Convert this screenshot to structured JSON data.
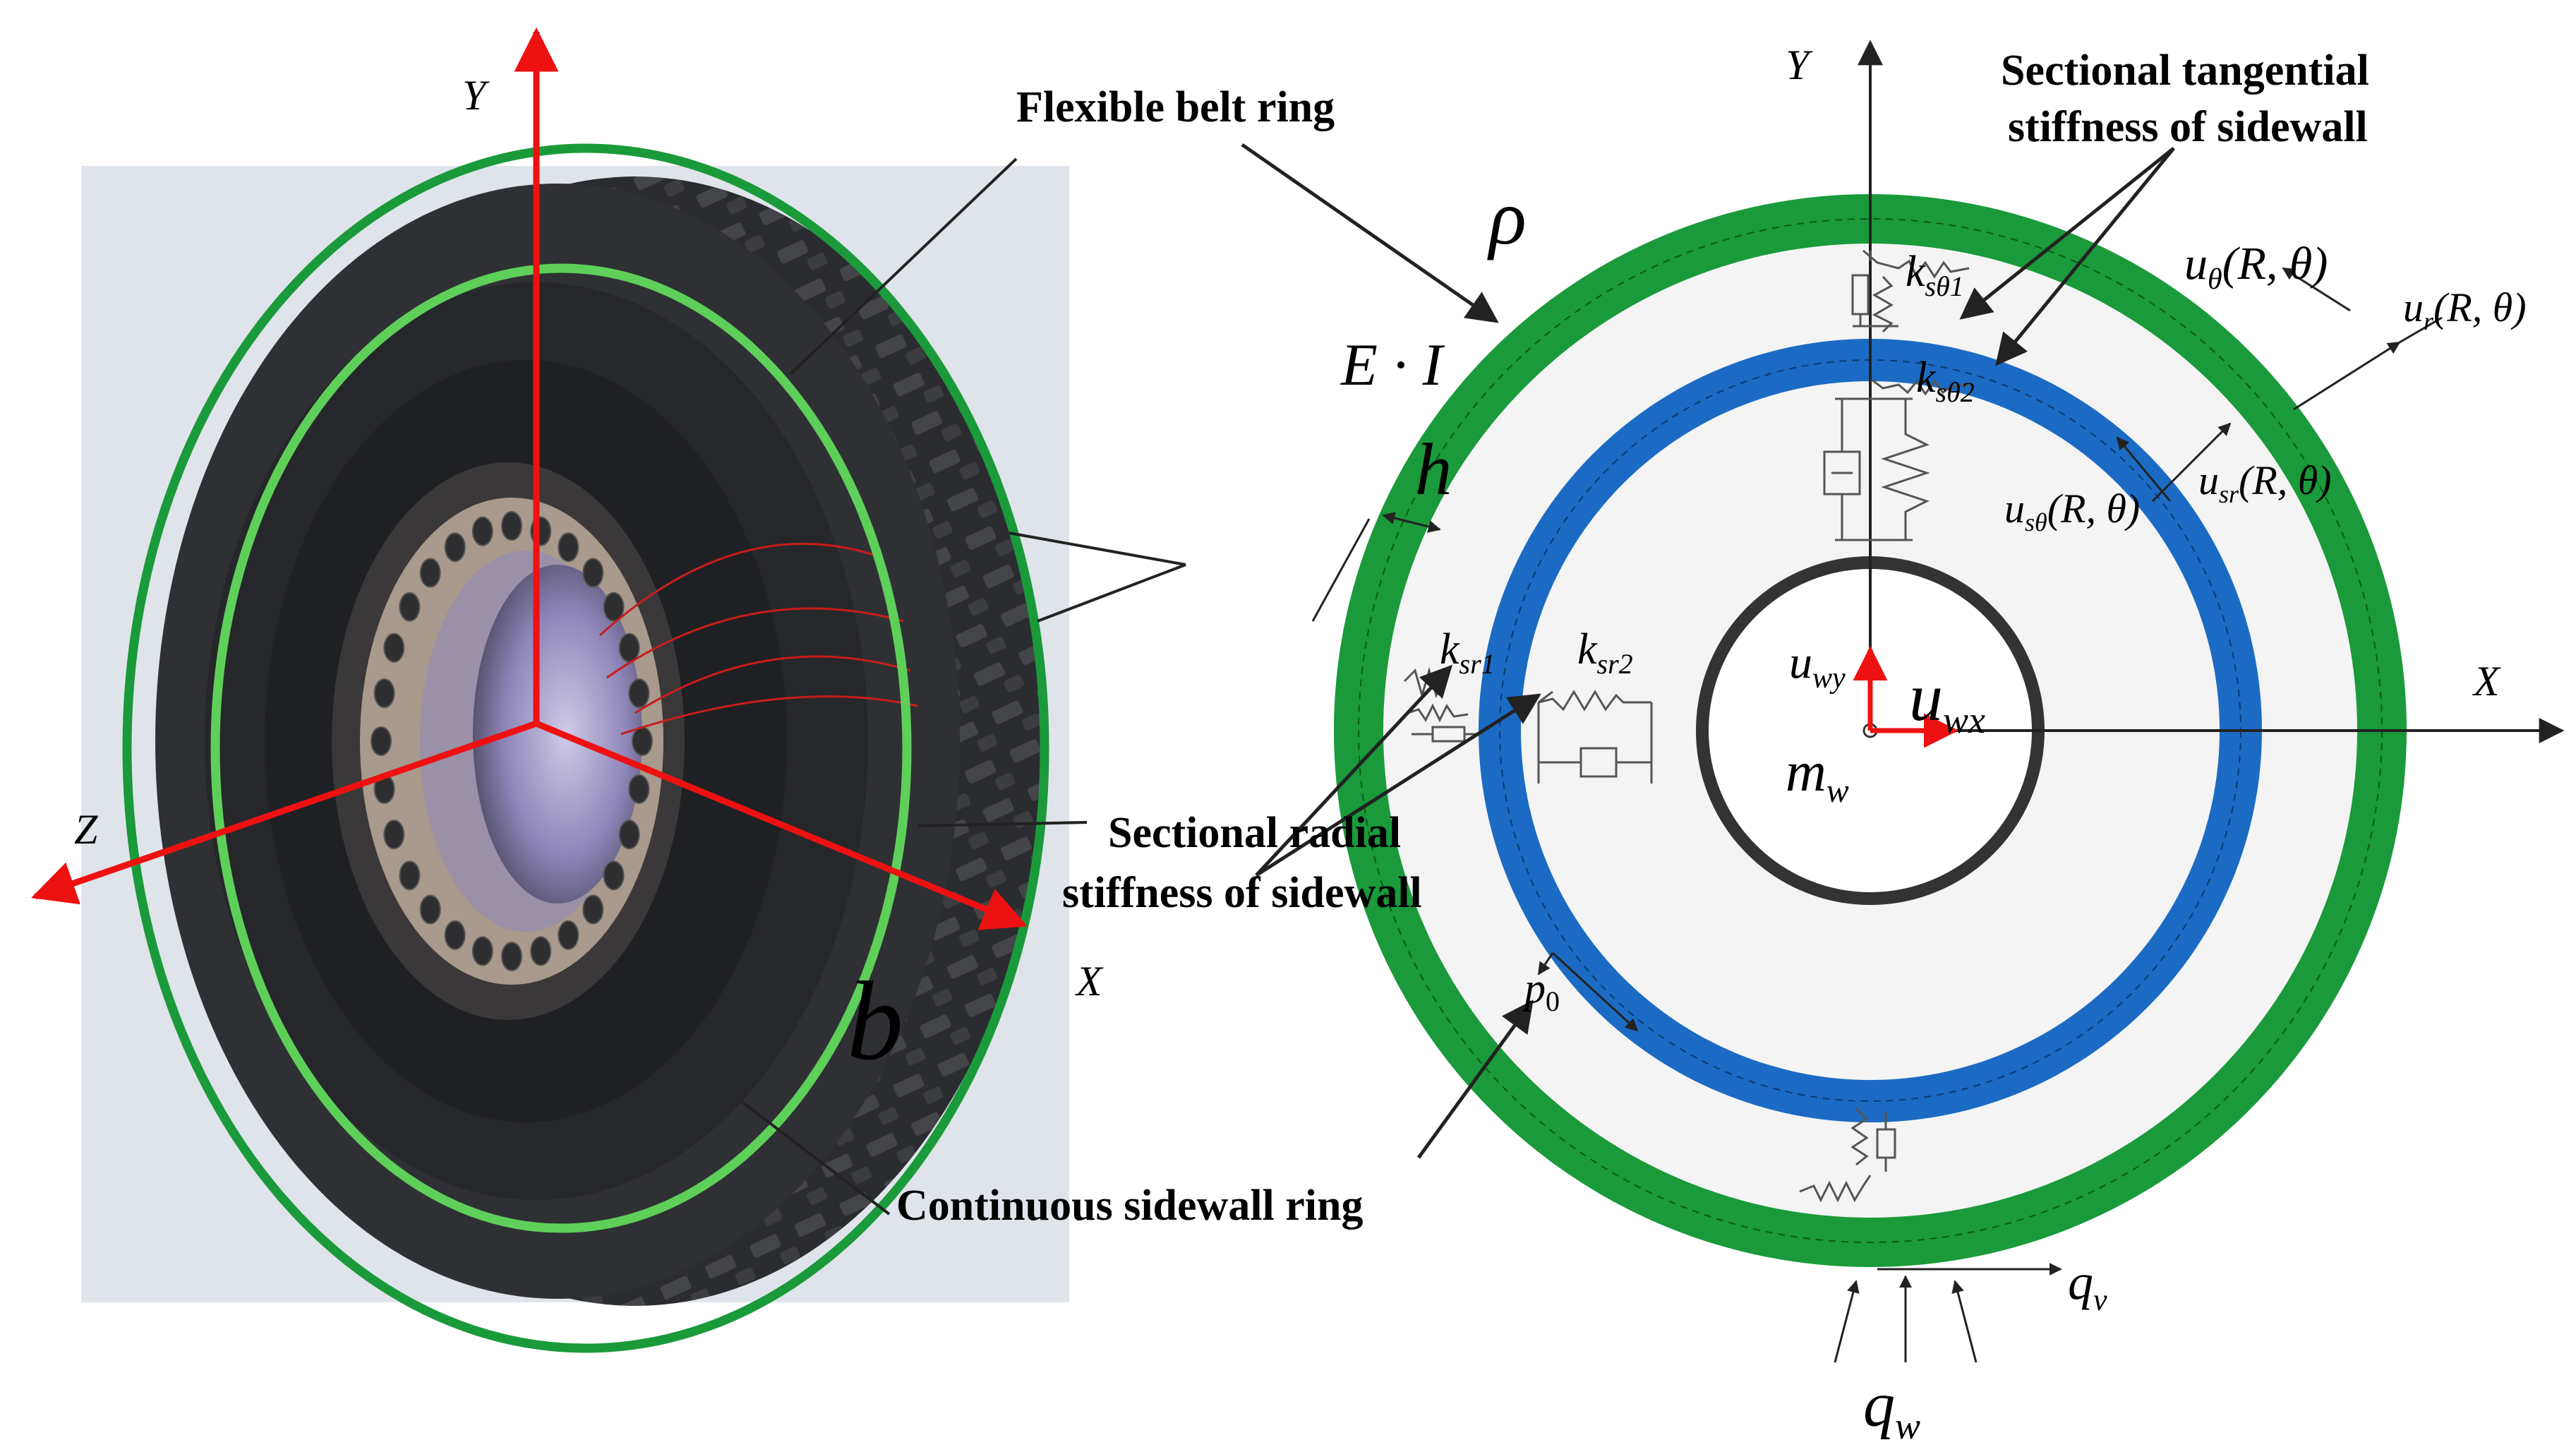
{
  "colors": {
    "belt_green": "#1a9a3a",
    "sidewall_green": "#5ed05a",
    "sidewall_blue": "#1b6bc4",
    "axis_red": "#ee1111",
    "hub_dark": "#333333",
    "tire_black": "#2a2b2e",
    "background_panel": "#dfe4ea"
  },
  "left_panel": {
    "axes": {
      "y": "Y",
      "z": "Z",
      "x": "X"
    },
    "width_symbol": "b",
    "callouts": {
      "flexible_belt_ring": "Flexible belt ring",
      "continuous_sidewall_ring": "Continuous sidewall ring"
    },
    "icons": [
      "tire-icon",
      "rim-icon",
      "bolt-icon"
    ]
  },
  "right_panel": {
    "axes": {
      "y": "Y",
      "x": "X"
    },
    "callouts": {
      "tangential_line1": "Sectional tangential",
      "tangential_line2": "stiffness of sidewall",
      "radial_line1": "Sectional radial",
      "radial_line2": "stiffness of sidewall"
    },
    "symbols": {
      "rho": "ρ",
      "EI_main": "E · I",
      "h": "h",
      "k_st1_main": "k",
      "k_st1_sub": "sθ1",
      "k_st2_main": "k",
      "k_st2_sub": "sθ2",
      "k_sr1_main": "k",
      "k_sr1_sub": "sr1",
      "k_sr2_main": "k",
      "k_sr2_sub": "sr2",
      "u_theta_main": "u",
      "u_theta_sub": "θ",
      "u_theta_args": "(R, θ)",
      "u_r_main": "u",
      "u_r_sub": "r",
      "u_r_args": "(R, θ)",
      "u_sr_main": "u",
      "u_sr_sub": "sr",
      "u_sr_args": "(R, θ)",
      "u_stheta_main": "u",
      "u_stheta_sub": "sθ",
      "u_stheta_args": "(R, θ)",
      "u_wy_main": "u",
      "u_wy_sub": "wy",
      "u_wx_main": "u",
      "u_wx_sub": "wx",
      "m_w_main": "m",
      "m_w_sub": "w",
      "p0_main": "p",
      "p0_sub": "0",
      "q_v_main": "q",
      "q_v_sub": "v",
      "q_w_main": "q",
      "q_w_sub": "w"
    }
  }
}
